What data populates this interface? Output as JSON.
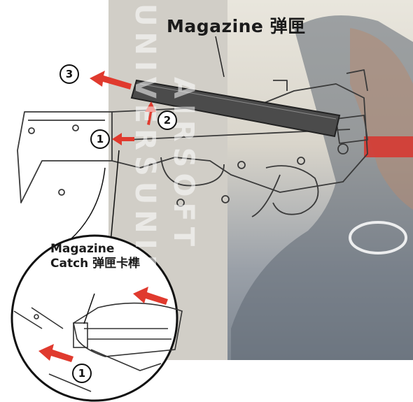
{
  "labels": {
    "magazine": "Magazine 弹匣",
    "catch_line1": "Magazine",
    "catch_line2": "Catch 弹匣卡榫"
  },
  "steps": [
    "1",
    "2",
    "3",
    "1"
  ],
  "watermark": {
    "line1": "UNIVERSUNIP",
    "line2": "AIRSOFT"
  },
  "colors": {
    "arrow": "#e03a2e",
    "line": "#3a3a3a",
    "accent_red": "#d63a32"
  }
}
